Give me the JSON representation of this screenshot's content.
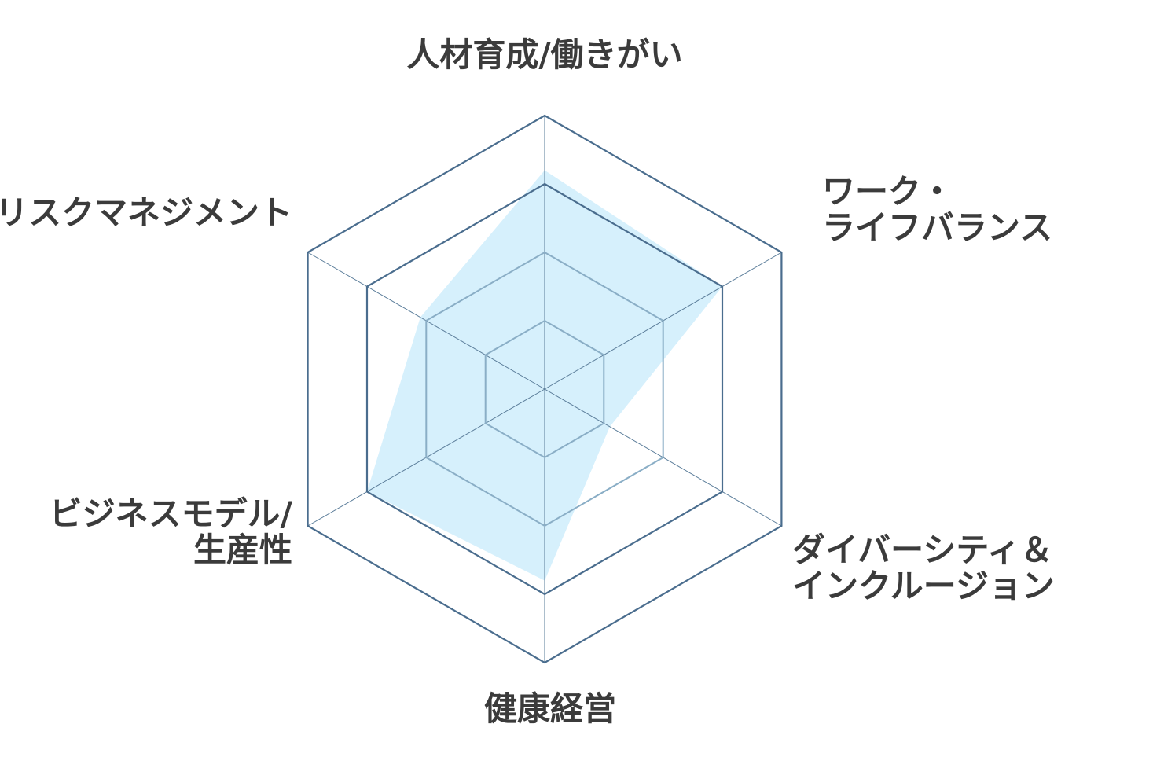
{
  "chart_data": {
    "type": "radar",
    "title": "",
    "categories": [
      [
        "人材育成/働きがい"
      ],
      [
        "ワーク・",
        "ライフバランス"
      ],
      [
        "ダイバーシティ＆",
        "インクルージョン"
      ],
      [
        "健康経営"
      ],
      [
        "ビジネスモデル/",
        "生産性"
      ],
      [
        "リスクマネジメント"
      ]
    ],
    "series": [
      {
        "values": [
          3.2,
          3.0,
          1.1,
          2.8,
          3.0,
          2.1
        ]
      }
    ],
    "rmax": 4,
    "grid_levels": [
      1,
      2,
      3,
      4
    ],
    "legend": "none",
    "colors": {
      "fill": "#d6f0fc",
      "ring_inner": "#8aaec6",
      "ring_outer": "#4a6d8e",
      "spoke": "#5a7c99",
      "label": "#3b3b3b"
    }
  }
}
